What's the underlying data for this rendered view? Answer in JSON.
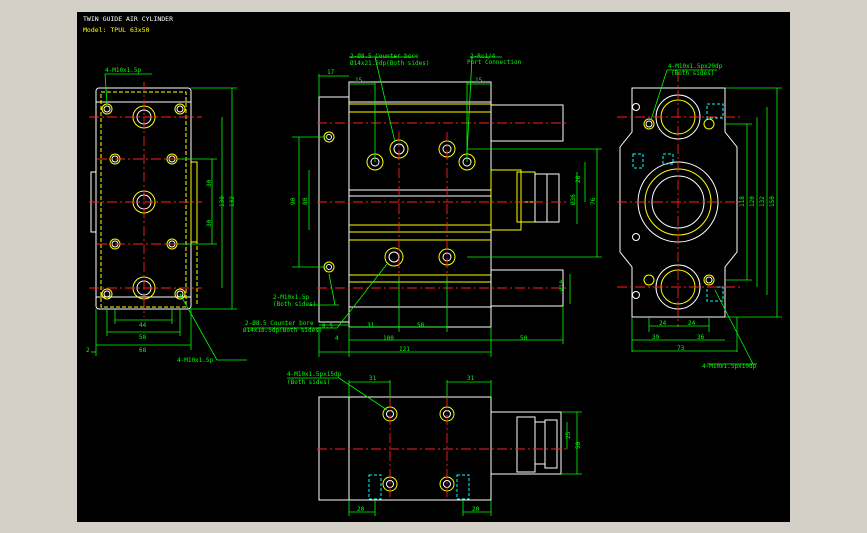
{
  "drawing": {
    "title_line1": "TWIN GUIDE AIR CYLINDER",
    "title_line2": "Model: TPUL 63x50"
  },
  "colors": {
    "background": "#000000",
    "outline": "#ffffff",
    "hidden_lines": "#ffff00",
    "dimensions": "#00ff00",
    "centerlines": "#ff2020",
    "threads": "#00ffff",
    "frame": "#d4d0c8"
  },
  "callouts": {
    "left_top": "4-M10x1.5p",
    "left_bottom": "4-M10x1.5p",
    "front_cbore_1": "2-Ø8.5 Counter bore",
    "front_cbore_2": "Ø14x21.5dp(Both sides)",
    "front_port_1": "2-Rc1/4",
    "front_port_2": "Port Connection",
    "front_m10_1": "2-M10x1.5p",
    "front_m10_2": "(Both sides)",
    "front_cbore_b1": "2-Ø8.5 Counter bore",
    "front_cbore_b2": "Ø14x18.5dp(Both sides)",
    "right_top_1": "4-M10x1.5px20dp",
    "right_top_2": "(Both sides)",
    "right_bottom": "4-M10x1.5px10dp",
    "bottom_tap_1": "4-M10x1.5px15dp",
    "bottom_tap_2": "(Both sides)"
  },
  "dimensions": {
    "left": {
      "d30a": "30",
      "d30b": "30",
      "d130": "130",
      "d132": "132",
      "d44": "44",
      "d58": "58",
      "d68": "68",
      "d2": "2"
    },
    "front": {
      "d17": "17",
      "d15a": "15",
      "d15b": "15",
      "d90": "90",
      "d80": "80",
      "d28": "28",
      "d76": "76",
      "d36": "Ø36",
      "d10": "Ø10",
      "d8_5": "8.5",
      "d4": "4",
      "d31": "31",
      "d58": "58",
      "d100": "100",
      "d121": "121",
      "d50": "50"
    },
    "right": {
      "d118": "118",
      "d120": "120",
      "d132": "132",
      "d150": "150",
      "d24a": "24",
      "d24b": "24",
      "d39": "39",
      "d36": "36",
      "d73": "73"
    },
    "bottom": {
      "d31a": "31",
      "d31b": "31",
      "d25": "25",
      "d50": "50",
      "d20a": "20",
      "d20b": "20"
    }
  }
}
